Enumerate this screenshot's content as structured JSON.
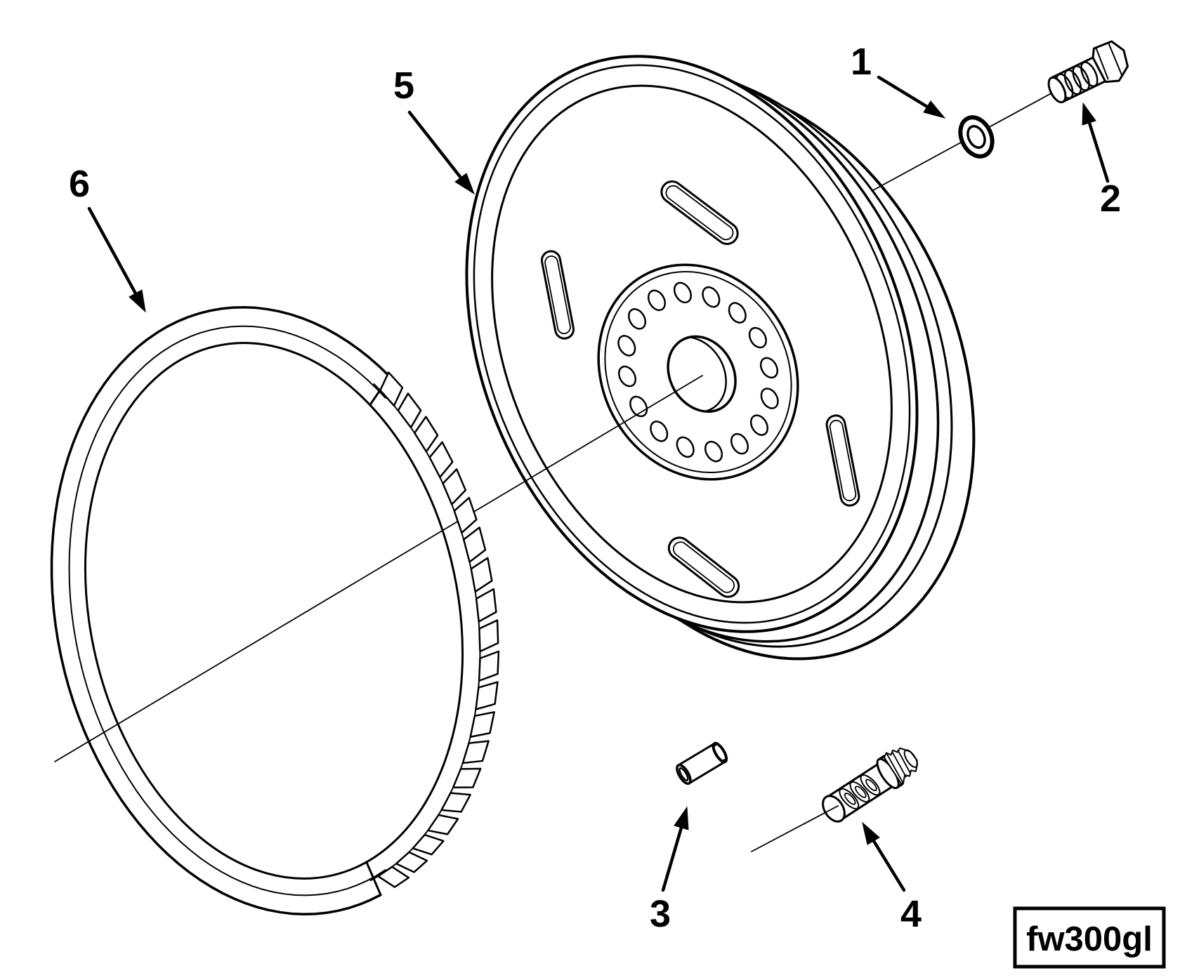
{
  "figure_code": "fw300gl",
  "callouts": {
    "c1": "1",
    "c2": "2",
    "c3": "3",
    "c4": "4",
    "c5": "5",
    "c6": "6"
  },
  "colors": {
    "line": "#000000",
    "background": "#ffffff"
  }
}
